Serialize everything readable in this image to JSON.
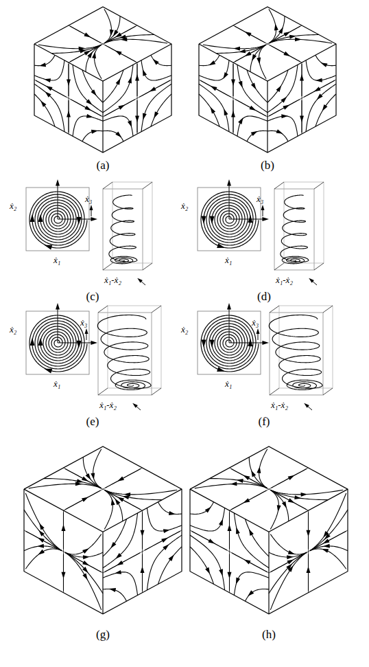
{
  "diagram": {
    "labels": [
      "(a)",
      "(b)",
      "ẋ₂",
      "ẋ₁",
      "ẋ₃",
      "ẋ₁-ẋ₂",
      "(c)",
      "ẋ₂",
      "ẋ₁",
      "ẋ₃",
      "ẋ₁-ẋ₂",
      "(d)",
      "ẋ₂",
      "ẋ₁",
      "ẋ₃",
      "ẋ₁-ẋ₂",
      "(e)",
      "ẋ₂",
      "ẋ₁",
      "ẋ₃",
      "ẋ₁-ẋ₂",
      "(f)",
      "(g)",
      "(h)"
    ]
  }
}
